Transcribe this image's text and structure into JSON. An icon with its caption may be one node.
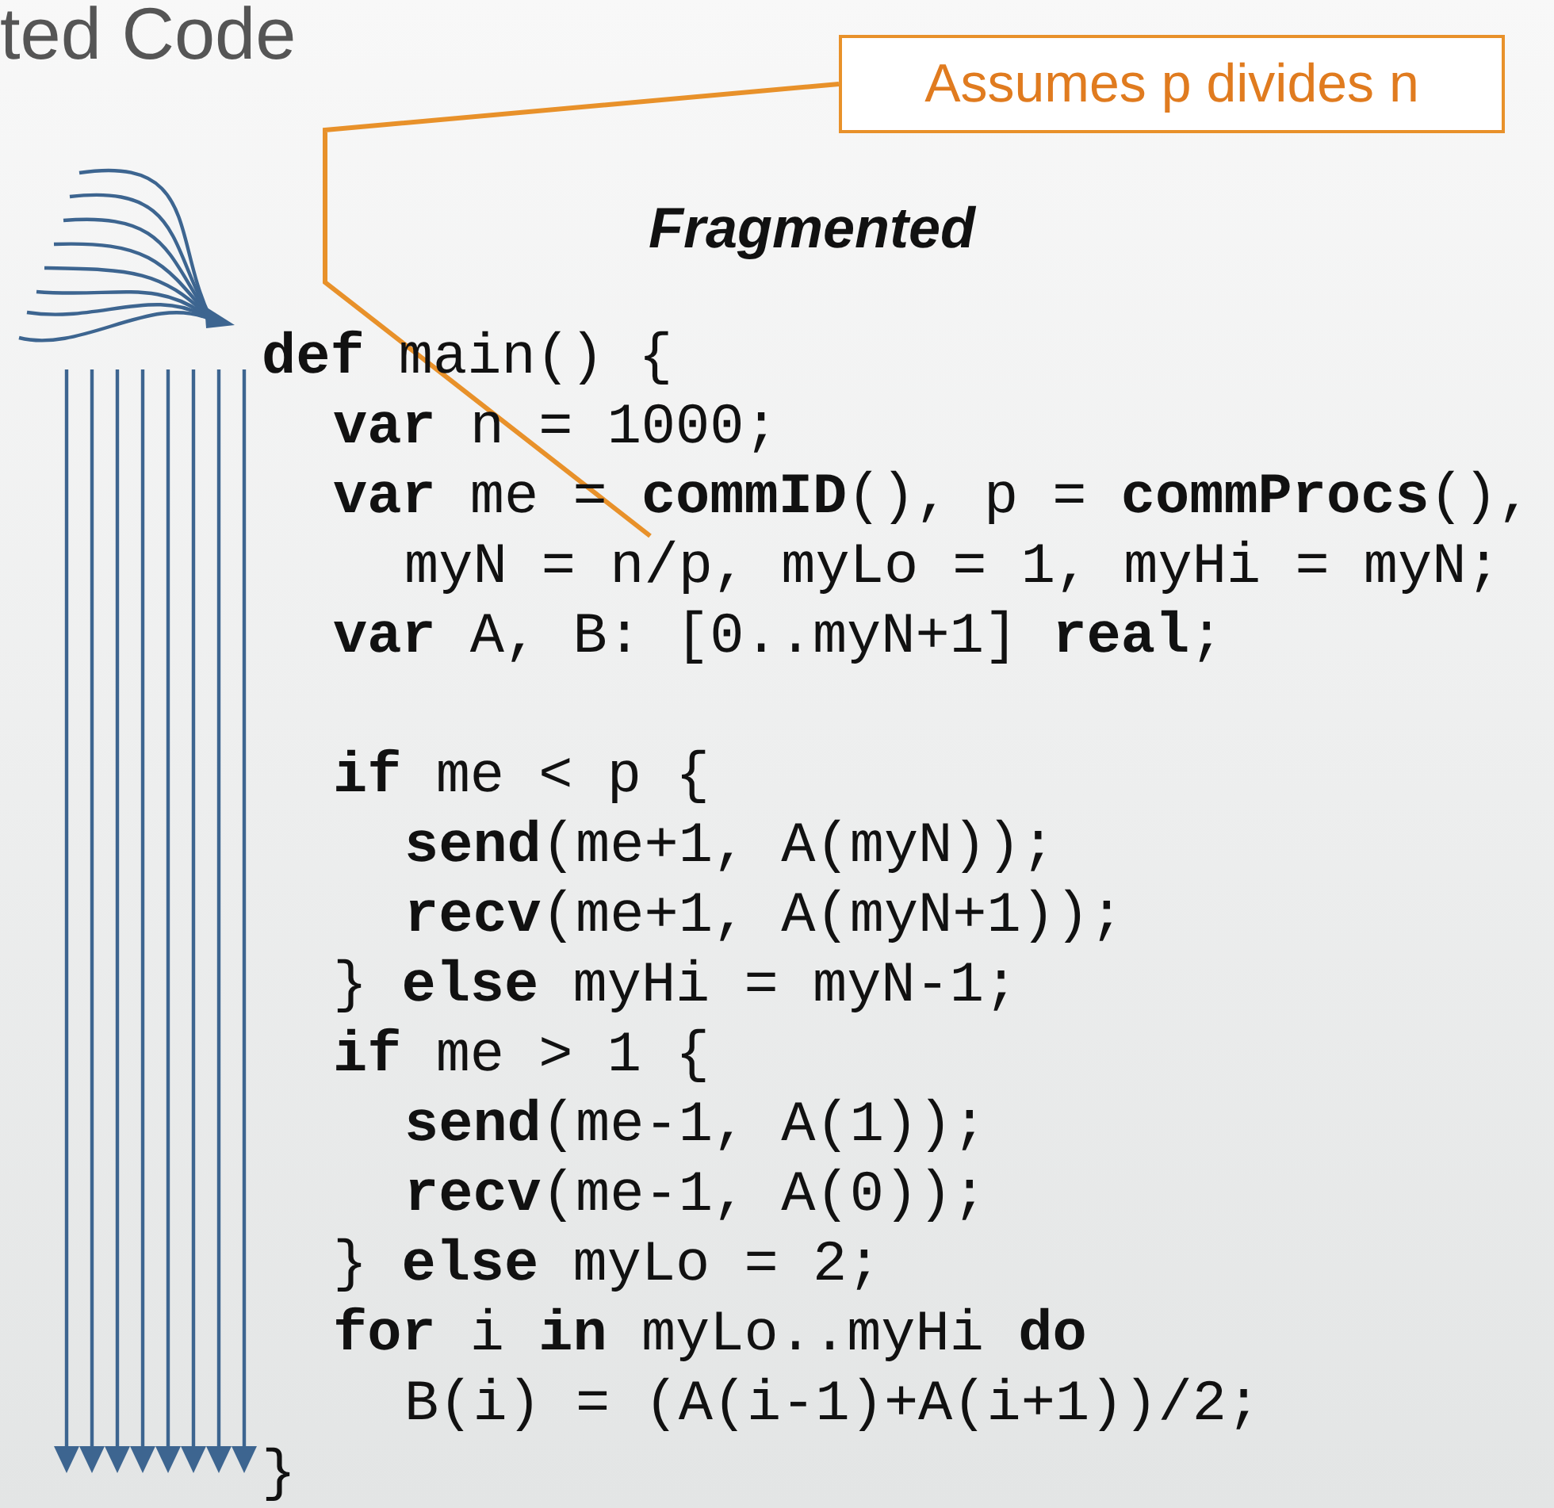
{
  "diagram": {
    "title": "ted Code",
    "nodes": [
      {
        "text": [
          "Assumes p divides n"
        ]
      },
      {
        "text": [
          "myN = n/p, myLo = 1, myHi = myN;"
        ]
      }
    ],
    "edges": [
      {
        "from": 0,
        "to": 1,
        "arrow": "none"
      }
    ],
    "labels": [
      "Fragmented",
      "**def** main() {",
      "**var** n = 1000;",
      "**var** me = **commID**(), p = **commProcs**(),",
      "**var** A, B: [0..myN+1] **real**;",
      "**if** me < p {",
      "**send**(me+1, A(myN));",
      "**recv**(me+1, A(myN+1));",
      "} **else** myHi = myN-1;",
      "**if** me > 1 {",
      "**send**(me-1, A(1));",
      "**recv**(me-1, A(0));",
      "} **else** myLo = 2;",
      "**for** i **in** myLo..myHi **do**",
      "B(i) = (A(i-1)+A(i+1))/2;",
      "}"
    ]
  }
}
